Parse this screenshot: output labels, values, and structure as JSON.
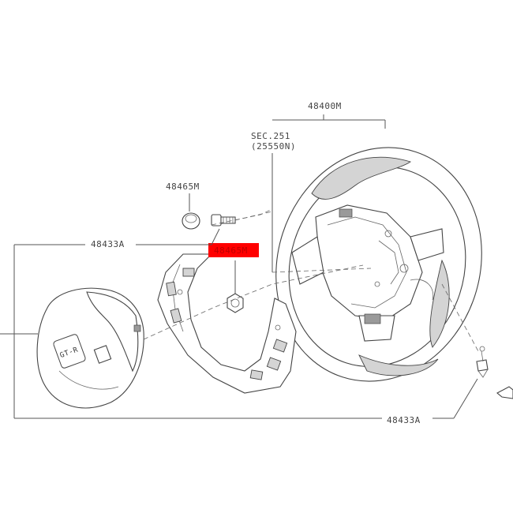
{
  "labels": {
    "steering_wheel": "48400M",
    "sec_ref_line1": "SEC.251",
    "sec_ref_line2": "(25550N)",
    "cap_part": "48465M",
    "cover_top": "48433A",
    "cover_bottom": "48433A",
    "highlight": "48465M"
  },
  "highlight_color": "#ff0000",
  "logo_text": "GT-R"
}
